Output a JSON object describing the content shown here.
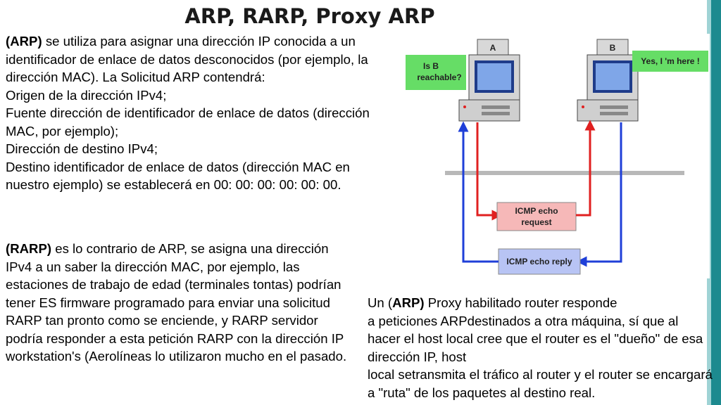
{
  "slide": {
    "title": "ARP, RARP, Proxy ARP",
    "arp": {
      "term": "(ARP)",
      "line1": " se utiliza para asignar una dirección IP conocida a un identificador de enlace de datos desconocidos (por ejemplo, la dirección MAC). La Solicitud ARP contendrá:",
      "line2": "Origen de la dirección IPv4;",
      "line3": "Fuente dirección de identificador de enlace de datos (dirección MAC, por ejemplo);",
      "line4": "Dirección de destino IPv4;",
      "line5": "Destino identificador de enlace de datos (dirección MAC en nuestro ejemplo) se establecerá en 00: 00: 00: 00: 00: 00."
    },
    "rarp": {
      "term": "(RARP)",
      "text": " es lo contrario de ARP, se asigna una dirección IPv4 a un saber la dirección MAC, por ejemplo, las estaciones de trabajo de edad (terminales tontas) podrían tener ES firmware programado para enviar una solicitud RARP tan pronto como se enciende, y RARP servidor podría responder a esta petición RARP con la dirección IP workstation's (Aerolíneas lo utilizaron mucho en el pasado."
    },
    "proxy": {
      "pre": "Un (",
      "term": "ARP)",
      "line1": " Proxy habilitado router responde",
      "line2": "a peticiones ARPdestinados a otra máquina, sí que al hacer el host local cree que el router es el \"dueño\" de esa dirección IP, host",
      "line3": "local setransmita el tráfico al router y el router se encargará a \"ruta\" de los paquetes al destino real."
    }
  },
  "diagram": {
    "host_a": "A",
    "host_b": "B",
    "bubble_a_1": "Is B",
    "bubble_a_2": "reachable?",
    "bubble_b": "Yes, I 'm here !",
    "request_1": "ICMP echo",
    "request_2": "request",
    "reply": "ICMP echo reply",
    "colors": {
      "bubble": "#66dd66",
      "request_box": "#f6b8b8",
      "reply_box": "#b8c4f4",
      "red_arrow": "#e02020",
      "blue_arrow": "#1f3fd8",
      "network_line": "#b8b8b8"
    }
  }
}
